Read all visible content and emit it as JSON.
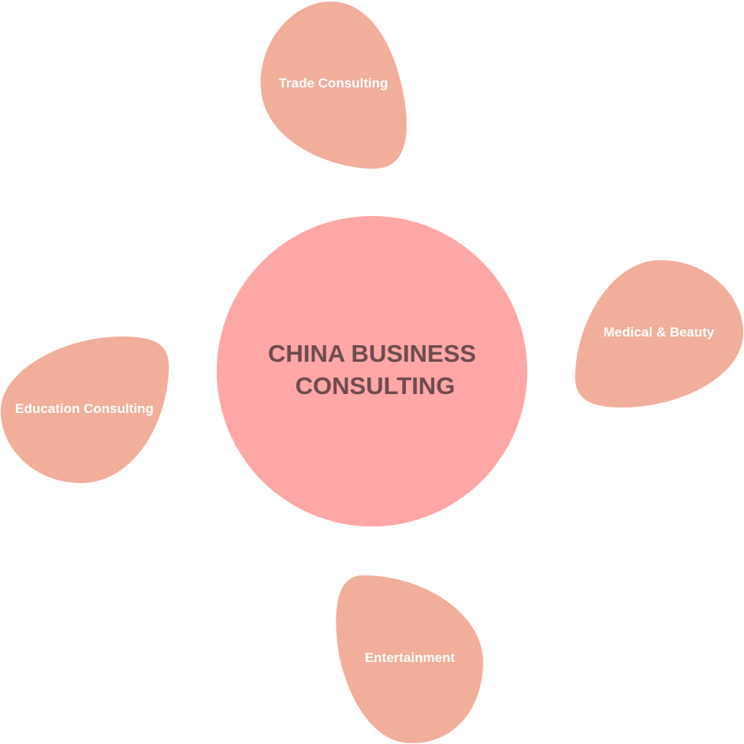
{
  "colors": {
    "background": "#ffffff",
    "center_fill": "#fea7a6",
    "center_text": "#6e4b4f",
    "blob_fill": "#f1ae9b",
    "blob_text": "#ffffff"
  },
  "center": {
    "line1": "CHINA BUSINESS",
    "line2": "CONSULTING"
  },
  "topics": [
    {
      "id": "trade",
      "label": "Trade Consulting"
    },
    {
      "id": "medical",
      "label": "Medical & Beauty"
    },
    {
      "id": "education",
      "label": "Education Consulting"
    },
    {
      "id": "entertainment",
      "label": "Entertainment"
    }
  ]
}
